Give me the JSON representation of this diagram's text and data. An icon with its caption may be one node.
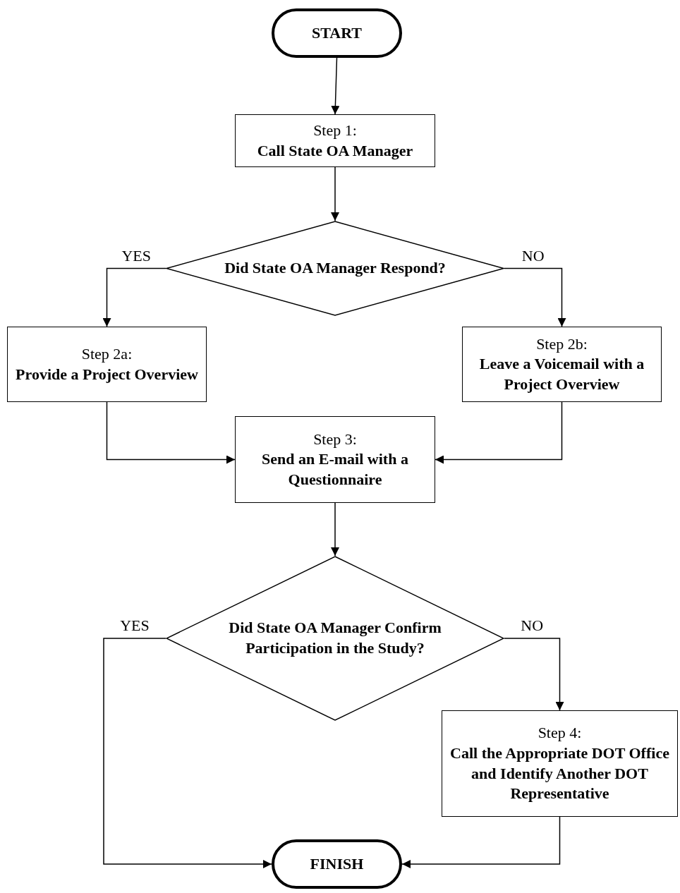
{
  "diagram": {
    "nodes": [
      {
        "text": [
          "START"
        ]
      },
      {
        "text": [
          "Step 1:",
          "Call State OA Manager"
        ]
      },
      {
        "text": [
          "Did State OA Manager Respond?"
        ]
      },
      {
        "text": [
          "Step 2a:",
          "Provide a Project Overview"
        ]
      },
      {
        "text": [
          "Step 2b:",
          "Leave a Voicemail with a Project Overview"
        ]
      },
      {
        "text": [
          "Step 3:",
          "Send an E-mail with a Questionnaire"
        ]
      },
      {
        "text": [
          "Did State OA Manager Confirm Participation in the Study?"
        ]
      },
      {
        "text": [
          "Step 4:",
          "Call the Appropriate DOT Office and Identify Another DOT Representative"
        ]
      },
      {
        "text": [
          "FINISH"
        ]
      }
    ],
    "edges": [
      {
        "from": 0,
        "to": 1,
        "arrow": "to"
      },
      {
        "from": 1,
        "to": 2,
        "arrow": "to"
      },
      {
        "from": 2,
        "to": 3,
        "arrow": "to",
        "label": "YES"
      },
      {
        "from": 2,
        "to": 4,
        "arrow": "to",
        "label": "NO"
      },
      {
        "from": 3,
        "to": 5,
        "arrow": "to"
      },
      {
        "from": 4,
        "to": 5,
        "arrow": "to"
      },
      {
        "from": 5,
        "to": 6,
        "arrow": "to"
      },
      {
        "from": 6,
        "to": 8,
        "arrow": "to",
        "label": "YES"
      },
      {
        "from": 6,
        "to": 7,
        "arrow": "to",
        "label": "NO"
      },
      {
        "from": 7,
        "to": 8,
        "arrow": "to"
      }
    ]
  }
}
